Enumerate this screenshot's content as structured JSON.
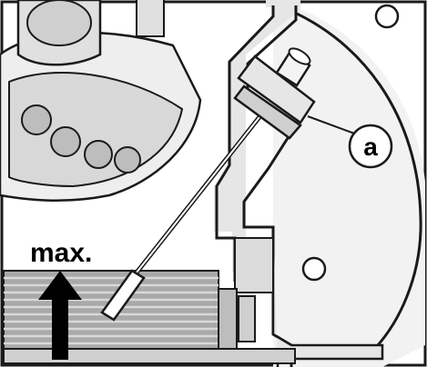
{
  "diagram": {
    "max_label": "max.",
    "callout_label": "a",
    "colors": {
      "outline": "#1a1a1a",
      "housing_fill": "#e6e6e6",
      "housing_shade": "#bdbdbd",
      "oil_fill": "#a9a9a9",
      "oil_lines": "#d9d9d9",
      "arrow": "#000000",
      "background": "#ffffff"
    },
    "icons": [
      "up-arrow-icon",
      "callout-circle"
    ]
  }
}
